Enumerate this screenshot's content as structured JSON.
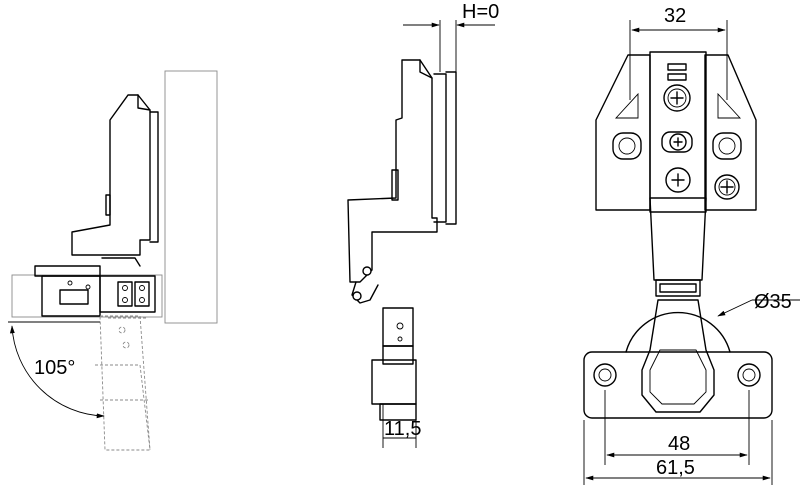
{
  "diagram": {
    "dimensions": {
      "angle_label": "105°",
      "overlay_label": "H=0",
      "thickness_label": "11,5",
      "screw_spacing_label": "32",
      "cup_diameter_label": "Ø35",
      "plate_hole_spacing_label": "48",
      "plate_width_label": "61,5"
    },
    "views": [
      "side-view-open",
      "side-view-closed",
      "front-view"
    ]
  }
}
